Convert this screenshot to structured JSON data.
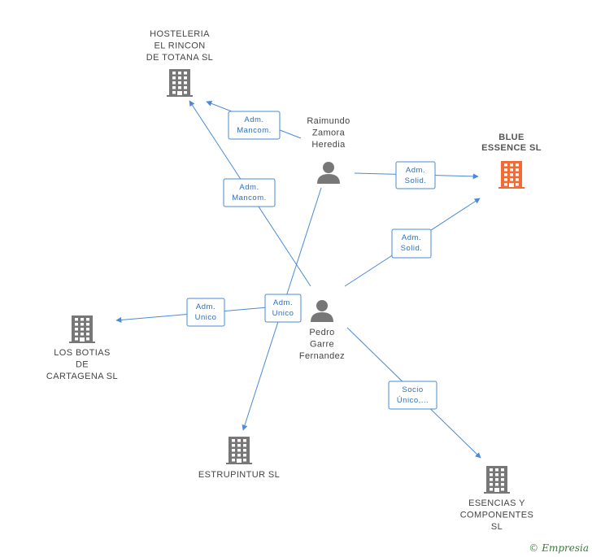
{
  "nodes": [
    {
      "id": "hosteleria",
      "kind": "company",
      "color": "#777777",
      "label": [
        "HOSTELERIA",
        "EL RINCON",
        "DE TOTANA SL"
      ]
    },
    {
      "id": "blue",
      "kind": "company",
      "color": "#f26b36",
      "main": true,
      "label": [
        "BLUE",
        "ESSENCE SL"
      ]
    },
    {
      "id": "raimundo",
      "kind": "person",
      "color": "#777777",
      "label": [
        "Raimundo",
        "Zamora",
        "Heredia"
      ]
    },
    {
      "id": "pedro",
      "kind": "person",
      "color": "#777777",
      "label": [
        "Pedro",
        "Garre",
        "Fernandez"
      ]
    },
    {
      "id": "botias",
      "kind": "company",
      "color": "#777777",
      "label": [
        "LOS BOTIAS",
        "DE",
        "CARTAGENA SL"
      ]
    },
    {
      "id": "estrupintur",
      "kind": "company",
      "color": "#777777",
      "label": [
        "ESTRUPINTUR SL"
      ]
    },
    {
      "id": "esencias",
      "kind": "company",
      "color": "#777777",
      "label": [
        "ESENCIAS Y",
        "COMPONENTES",
        "SL"
      ]
    }
  ],
  "edges": [
    {
      "from": "raimundo",
      "to": "hosteleria",
      "label": [
        "Adm.",
        "Mancom."
      ]
    },
    {
      "from": "raimundo",
      "to": "blue",
      "label": [
        "Adm.",
        "Solid."
      ]
    },
    {
      "from": "raimundo",
      "to": "estrupintur",
      "label": [
        "Adm.",
        "Unico"
      ]
    },
    {
      "from": "pedro",
      "to": "hosteleria",
      "label": [
        "Adm.",
        "Mancom."
      ]
    },
    {
      "from": "pedro",
      "to": "blue",
      "label": [
        "Adm.",
        "Solid."
      ]
    },
    {
      "from": "pedro",
      "to": "botias",
      "label": [
        "Adm.",
        "Unico"
      ]
    },
    {
      "from": "pedro",
      "to": "esencias",
      "label": [
        "Socio",
        "Único,..."
      ]
    }
  ],
  "footer": {
    "copyright": "©",
    "brand": "Empresia"
  }
}
